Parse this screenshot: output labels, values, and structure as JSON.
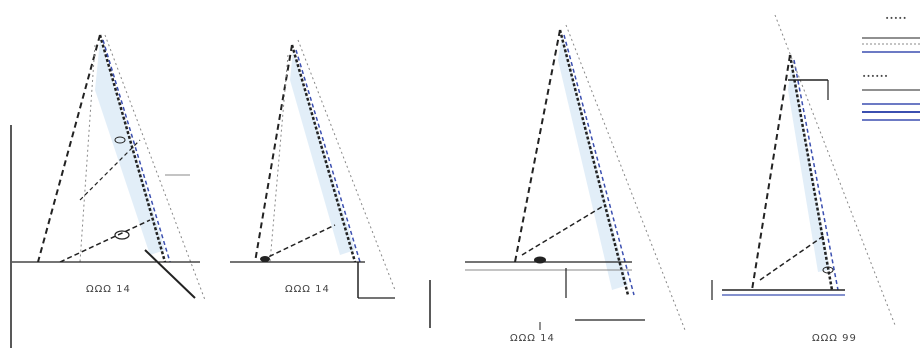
{
  "panels": [
    {
      "caption": "ΩΩΩ 14"
    },
    {
      "caption": "ΩΩΩ 14"
    },
    {
      "caption": "ΩΩΩ 14"
    },
    {
      "caption": "ΩΩΩ 99"
    }
  ],
  "legend": {
    "title_top": "∙∙∙∙∙",
    "title_mid": "∙∙∙∙∙∙"
  },
  "colors": {
    "ink": "#222222",
    "grey": "#888888",
    "blue": "#3b4fb0",
    "light_blue": "#cfe3f4"
  }
}
